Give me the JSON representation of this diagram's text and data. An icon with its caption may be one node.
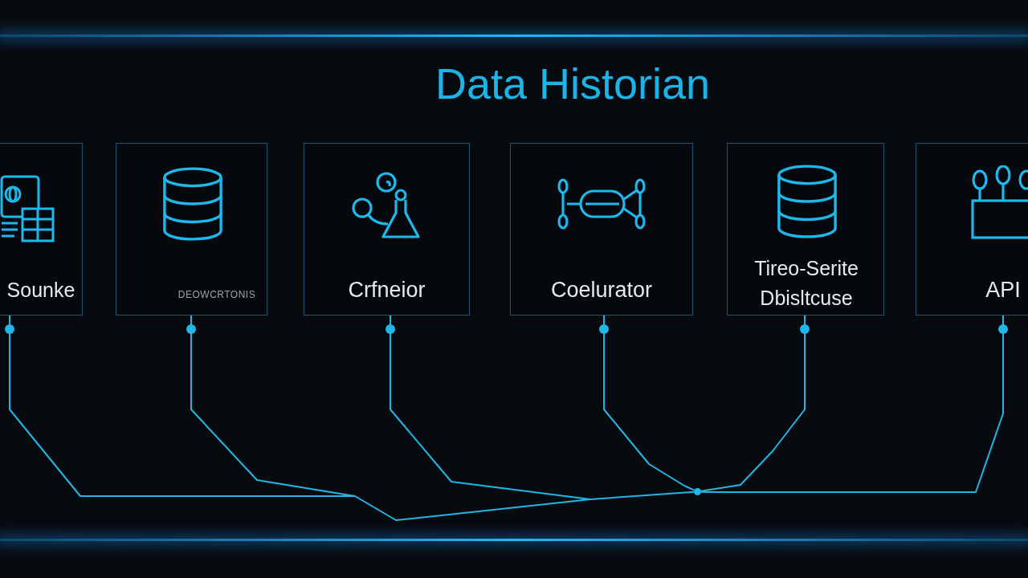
{
  "diagram": {
    "title": "Data Historian",
    "nodes": [
      {
        "text": [
          "Sounke"
        ]
      },
      {
        "text": [
          "DEOWCRTONIS"
        ]
      },
      {
        "text": [
          "Crfneior"
        ]
      },
      {
        "text": [
          "Coelurator"
        ]
      },
      {
        "text": [
          "Tireo-Serite Dbisltcuse"
        ]
      },
      {
        "text": [
          "API"
        ]
      },
      {
        "text": [],
        "shape": "dot"
      }
    ],
    "edges": [
      {
        "from": 0,
        "to": 6,
        "arrow": "other"
      },
      {
        "from": 1,
        "to": 6,
        "arrow": "other"
      },
      {
        "from": 2,
        "to": 6,
        "arrow": "other"
      },
      {
        "from": 3,
        "to": 6,
        "arrow": "other"
      },
      {
        "from": 4,
        "to": 6,
        "arrow": "other"
      },
      {
        "from": 5,
        "to": 6,
        "arrow": "other"
      }
    ]
  }
}
